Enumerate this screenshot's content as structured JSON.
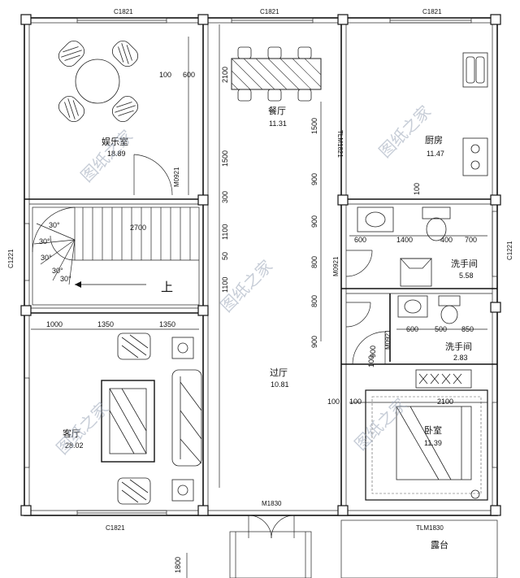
{
  "rooms": {
    "entertainment": {
      "name": "娱乐室",
      "area": "18.89"
    },
    "dining": {
      "name": "餐厅",
      "area": "11.31"
    },
    "kitchen": {
      "name": "厨房",
      "area": "11.47"
    },
    "bath1": {
      "name": "洗手间",
      "area": "5.58"
    },
    "bath2": {
      "name": "洗手间",
      "area": "2.83"
    },
    "hall": {
      "name": "过厅",
      "area": "10.81"
    },
    "living": {
      "name": "客厅",
      "area": "28.02"
    },
    "bedroom": {
      "name": "卧室",
      "area": "11.39"
    },
    "terrace": {
      "name": "露台",
      "area": ""
    }
  },
  "stair_label": "上",
  "window_codes": {
    "top_left": "C1821",
    "top_mid": "C1821",
    "top_right": "C1821",
    "bottom_left": "C1821",
    "left_side": "C1221",
    "right_side": "C1221"
  },
  "door_codes": {
    "m0921_a": "M0921",
    "m0921_b": "M0921",
    "m0921_c": "M0921",
    "m1830": "M1830",
    "tlm1830": "TLM1830",
    "tlm1821": "TLM1821"
  },
  "dimensions": {
    "d100_a": "100",
    "d600_a": "600",
    "d2100_a": "2100",
    "d1500_a": "1500",
    "d1500_b": "1500",
    "d900_a": "900",
    "d300": "300",
    "d2700": "2700",
    "d1100_a": "1100",
    "d1100_b": "1100",
    "d50": "50",
    "d900_b": "900",
    "d800_a": "800",
    "d800_b": "800",
    "d900_c": "900",
    "d1000": "1000",
    "d1350_a": "1350",
    "d1350_b": "1350",
    "d600_b": "600",
    "d1400": "1400",
    "d400": "400",
    "d700": "700",
    "d600_c": "600",
    "d500": "500",
    "d850": "850",
    "d100_b": "100",
    "d100_c": "100",
    "d2100_b": "2100",
    "d900_d": "900",
    "d1800": "1800",
    "d100_d": "100",
    "d100_e": "100"
  },
  "stair_angles": [
    "30°",
    "30°",
    "30°",
    "30°",
    "30°"
  ],
  "watermark": "图纸之家"
}
